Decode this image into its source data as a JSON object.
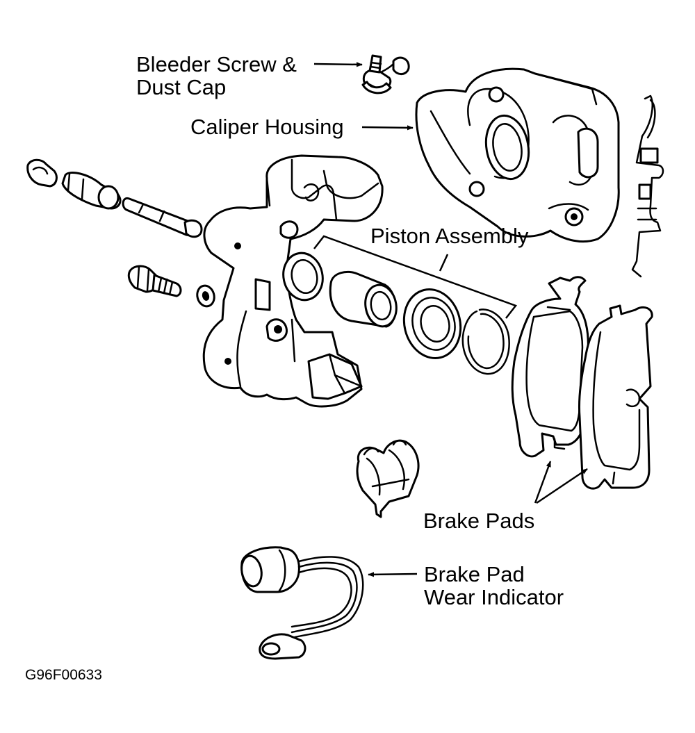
{
  "labels": {
    "bleeder_line1": "Bleeder Screw &",
    "bleeder_line2": "Dust Cap",
    "caliper_housing": "Caliper Housing",
    "piston_assembly": "Piston Assembly",
    "brake_pads": "Brake Pads",
    "wear_indicator_line1": "Brake Pad",
    "wear_indicator_line2": "Wear Indicator"
  },
  "figure_code": "G96F00633"
}
